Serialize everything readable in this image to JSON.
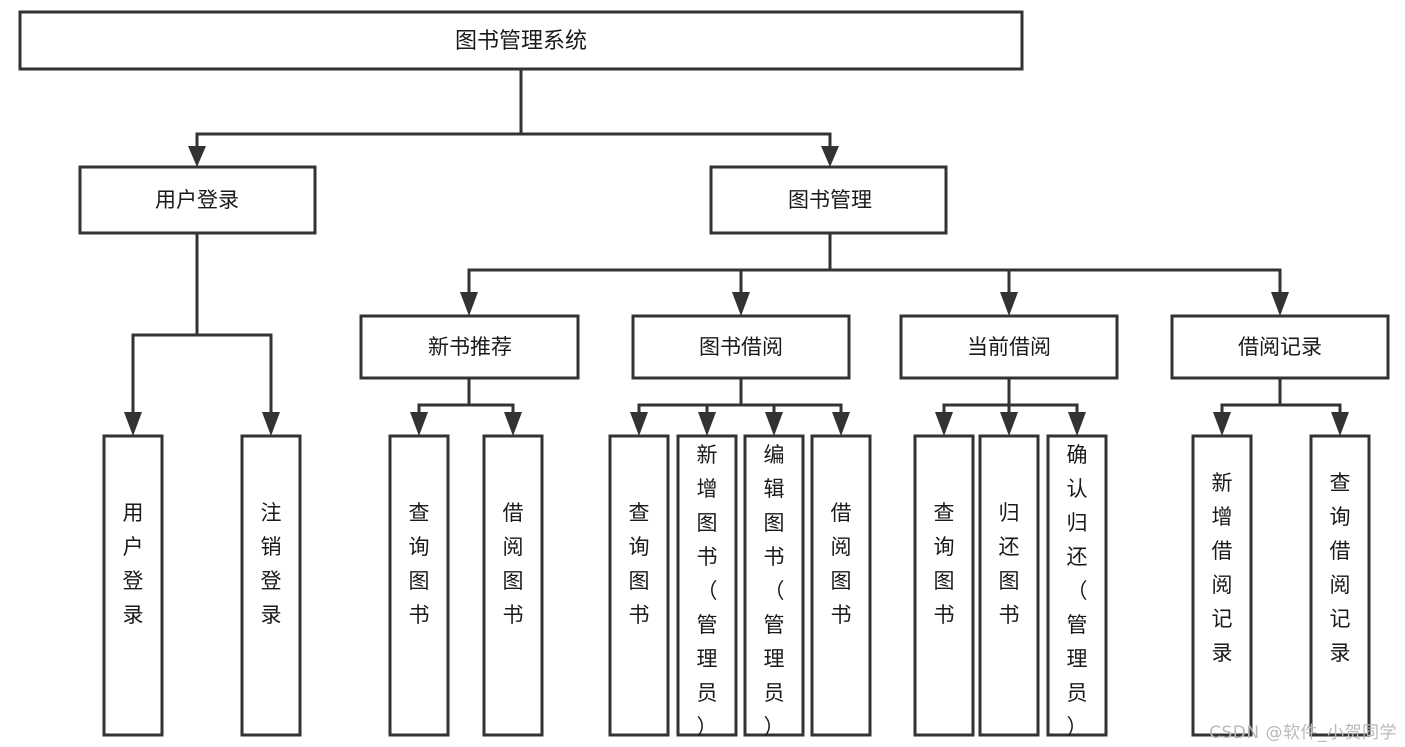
{
  "diagram": {
    "type": "tree-hierarchy-flowchart",
    "title": "图书管理系统",
    "root": {
      "id": "root",
      "label": "图书管理系统"
    },
    "level2": [
      {
        "id": "user-login",
        "label": "用户登录"
      },
      {
        "id": "book-manage",
        "label": "图书管理"
      }
    ],
    "level3": [
      {
        "id": "new-book-rec",
        "label": "新书推荐",
        "parent": "book-manage"
      },
      {
        "id": "book-borrow",
        "label": "图书借阅",
        "parent": "book-manage"
      },
      {
        "id": "current-borrow",
        "label": "当前借阅",
        "parent": "book-manage"
      },
      {
        "id": "borrow-record",
        "label": "借阅记录",
        "parent": "book-manage"
      }
    ],
    "leaves": [
      {
        "id": "leaf-user-login",
        "label": "用户登录",
        "parent": "user-login"
      },
      {
        "id": "leaf-logout",
        "label": "注销登录",
        "parent": "user-login"
      },
      {
        "id": "leaf-query-book-1",
        "label": "查询图书",
        "parent": "new-book-rec"
      },
      {
        "id": "leaf-borrow-book-1",
        "label": "借阅图书",
        "parent": "new-book-rec"
      },
      {
        "id": "leaf-query-book-2",
        "label": "查询图书",
        "parent": "book-borrow"
      },
      {
        "id": "leaf-add-book",
        "label": "新增图书（管理员）",
        "parent": "book-borrow"
      },
      {
        "id": "leaf-edit-book",
        "label": "编辑图书（管理员）",
        "parent": "book-borrow"
      },
      {
        "id": "leaf-borrow-book-2",
        "label": "借阅图书",
        "parent": "book-borrow"
      },
      {
        "id": "leaf-query-book-3",
        "label": "查询图书",
        "parent": "current-borrow"
      },
      {
        "id": "leaf-return-book",
        "label": "归还图书",
        "parent": "current-borrow"
      },
      {
        "id": "leaf-confirm-return",
        "label": "确认归还（管理员）",
        "parent": "current-borrow"
      },
      {
        "id": "leaf-add-record",
        "label": "新增借阅记录",
        "parent": "borrow-record"
      },
      {
        "id": "leaf-query-record",
        "label": "查询借阅记录",
        "parent": "borrow-record"
      }
    ],
    "colors": {
      "stroke": "#333333",
      "fill": "#ffffff",
      "text": "#1a1a1a",
      "watermark": "#b9b9b9"
    }
  },
  "watermark": {
    "text": "CSDN @软件_小贺同学"
  }
}
